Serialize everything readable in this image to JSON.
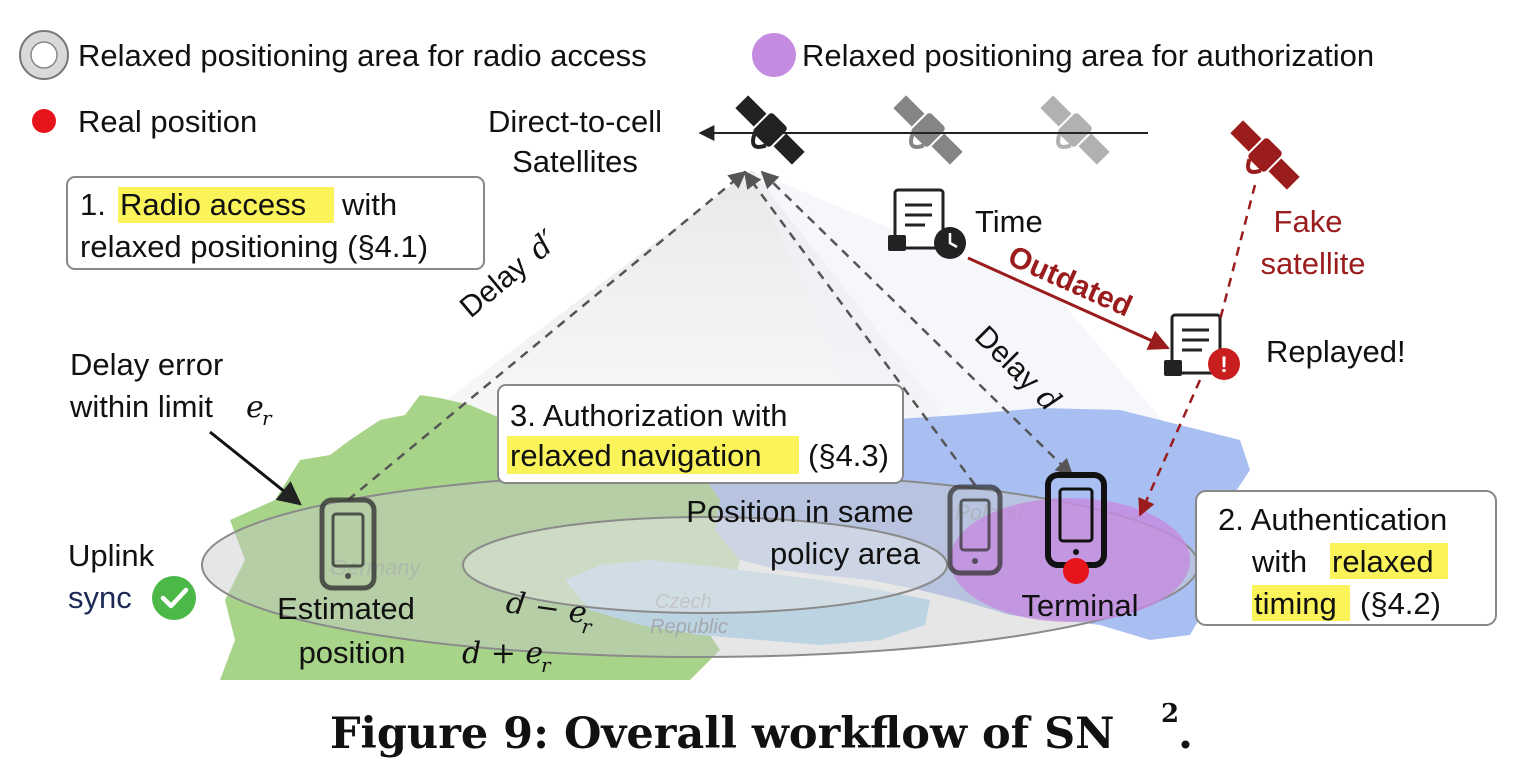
{
  "legend": {
    "radio_area": "Relaxed positioning area for radio access",
    "auth_area": "Relaxed positioning area for authorization",
    "real_position": "Real position"
  },
  "satellites": {
    "label_line1": "Direct-to-cell",
    "label_line2": "Satellites"
  },
  "step1": {
    "num": "1.",
    "highlight": "Radio access",
    "rest1": "with",
    "line2": "relaxed positioning (§4.1)"
  },
  "step2": {
    "line1": "2. Authentication",
    "line2_pre": "with",
    "line2_hl": "relaxed",
    "line3_hl": "timing",
    "line3_rest": "(§4.2)"
  },
  "step3": {
    "line1": "3. Authorization with",
    "line2_hl": "relaxed navigation",
    "line2_rest": "(§4.3)"
  },
  "time_label": "Time",
  "outdated_label": "Outdated",
  "fake_sat_line1": "Fake",
  "fake_sat_line2": "satellite",
  "replayed_label": "Replayed!",
  "delay_error_line1": "Delay error",
  "delay_error_line2": "within limit",
  "delay_error_sym": "e",
  "delay_error_sub": "r",
  "delay_prime_label": "Delay",
  "delay_prime_sym": "d′",
  "delay_label": "Delay",
  "delay_sym": "d",
  "uplink_line1": "Uplink",
  "uplink_line2": "sync",
  "estimated_line1": "Estimated",
  "estimated_line2": "position",
  "same_policy_line1": "Position in same",
  "same_policy_line2": "policy area",
  "terminal_label": "Terminal",
  "d_minus": "d − e",
  "d_plus": "d + e",
  "sub_r": "r",
  "countries": {
    "germany": "Germany",
    "czech": "Czech",
    "republic": "Republic",
    "poland": "Poland"
  },
  "caption": {
    "text": "Figure 9: Overall workflow of SN",
    "sup": "2",
    "end": "."
  },
  "colors": {
    "highlight": "#fbf35a",
    "germany": "#a8d48a",
    "poland": "#a9bff2",
    "czech": "#b3dcf8",
    "auth_area": "#c58be0",
    "alert_red": "#9b1c1c",
    "dot_red": "#e8141b",
    "check_green": "#4cb848"
  }
}
